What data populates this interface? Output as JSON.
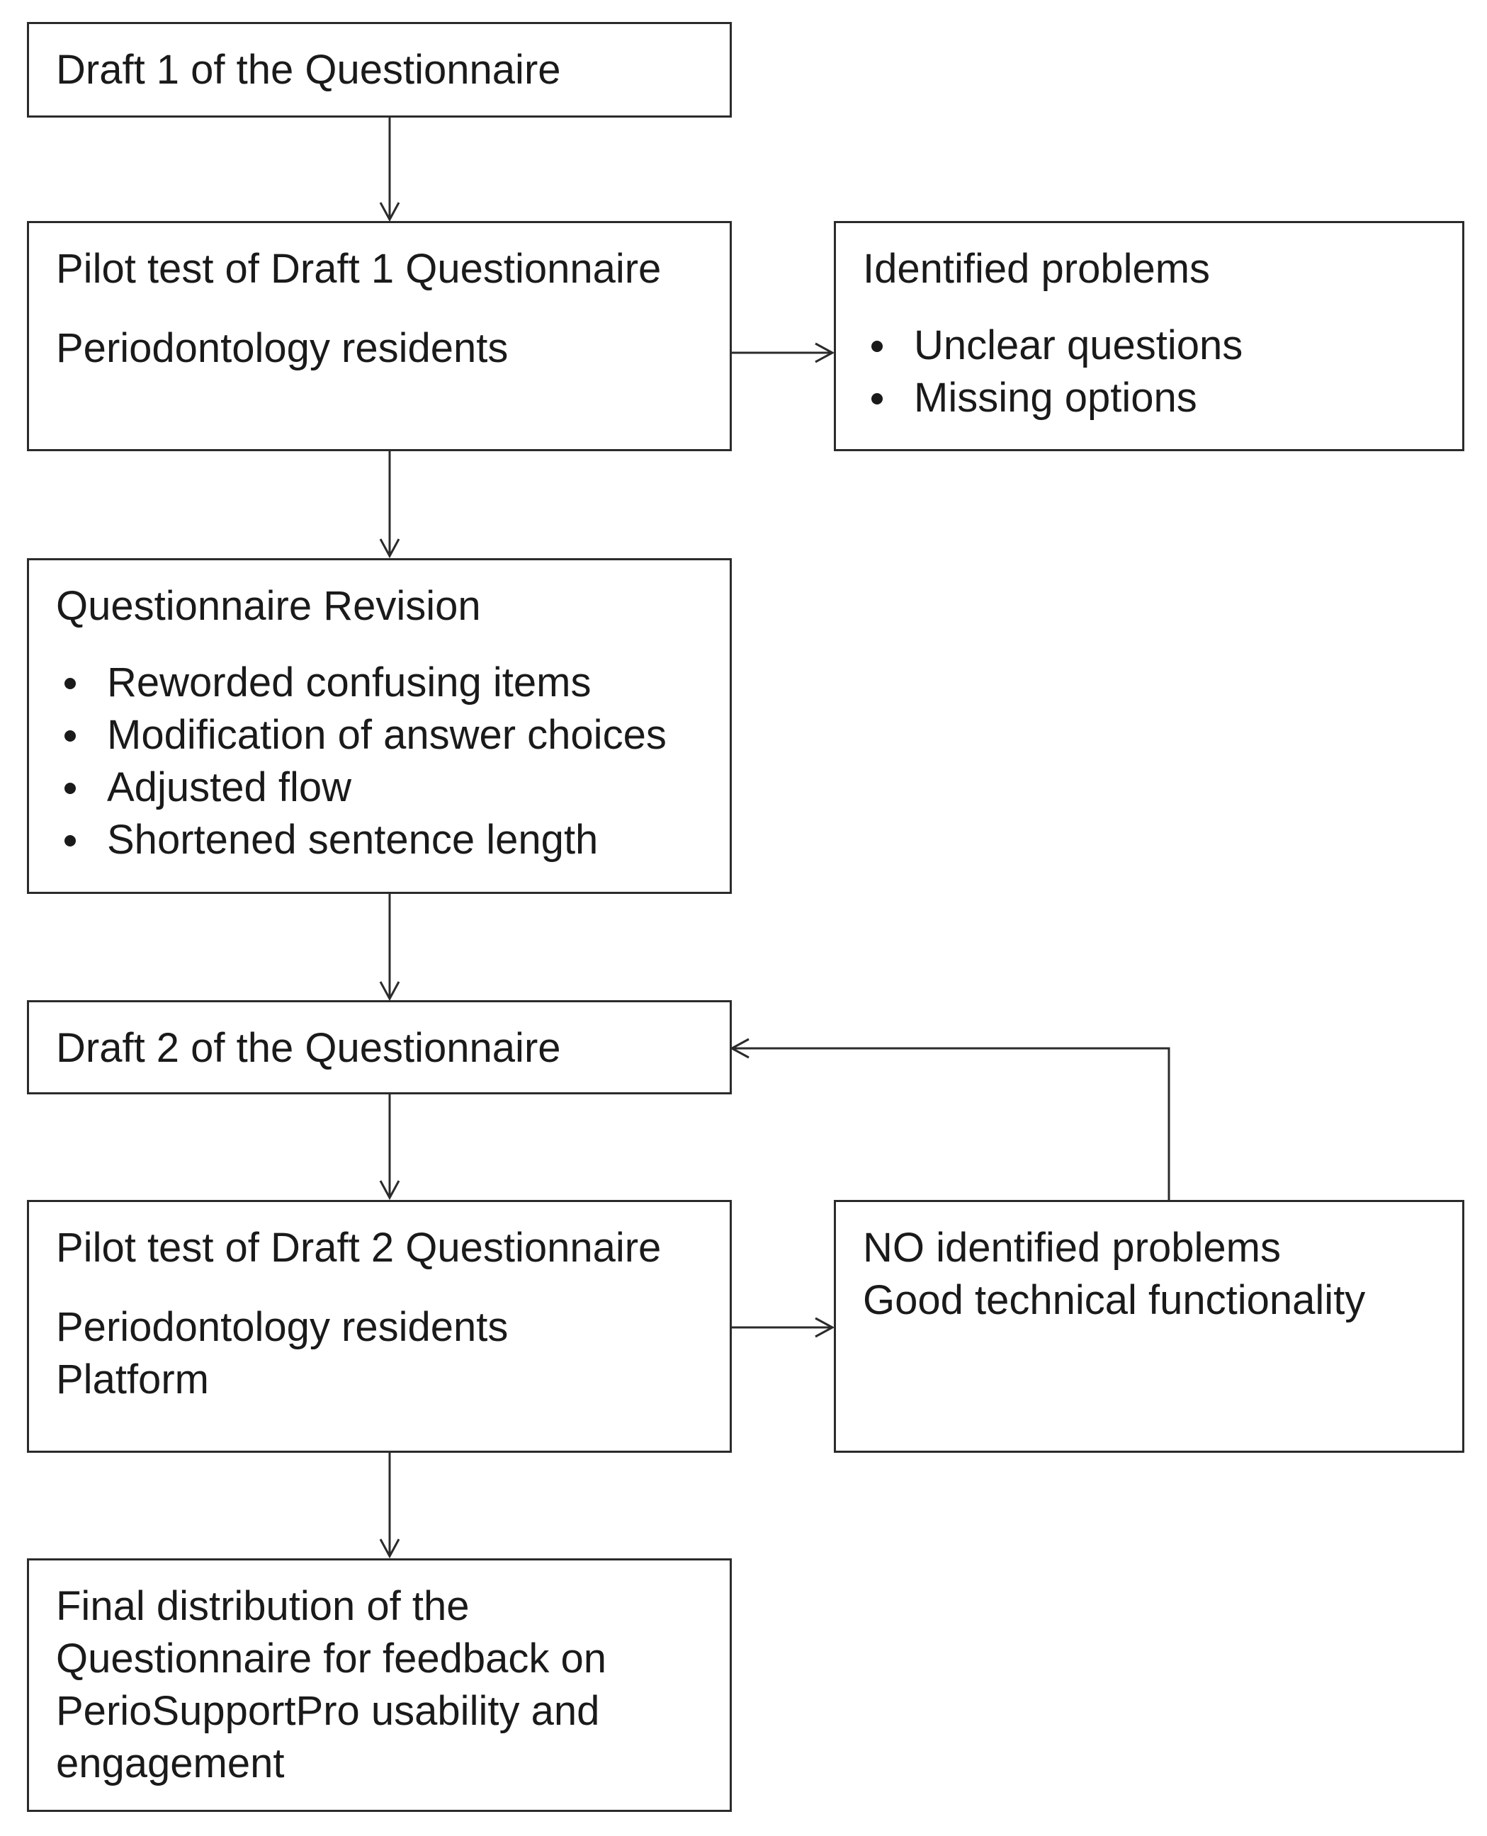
{
  "nodes": {
    "draft1": {
      "title": "Draft 1 of the Questionnaire"
    },
    "pilot1": {
      "title": "Pilot test of Draft 1 Questionnaire",
      "lines": [
        "Periodontology residents"
      ]
    },
    "problems1": {
      "title": "Identified problems",
      "bullets": [
        "Unclear questions",
        "Missing options"
      ]
    },
    "revision": {
      "title": "Questionnaire Revision",
      "bullets": [
        "Reworded confusing items",
        "Modification of answer choices",
        "Adjusted flow",
        "Shortened sentence length"
      ]
    },
    "draft2": {
      "title": "Draft 2 of the Questionnaire"
    },
    "pilot2": {
      "title": "Pilot test of Draft 2 Questionnaire",
      "lines": [
        "Periodontology residents",
        "Platform"
      ]
    },
    "problems2": {
      "lines": [
        "NO identified problems",
        "Good technical functionality"
      ]
    },
    "final": {
      "lines": [
        "Final distribution of the",
        "Questionnaire for feedback on",
        "PerioSupportPro usability and",
        "engagement"
      ]
    }
  },
  "edges": [
    {
      "from": "draft1",
      "to": "pilot1"
    },
    {
      "from": "pilot1",
      "to": "problems1"
    },
    {
      "from": "pilot1",
      "to": "revision"
    },
    {
      "from": "revision",
      "to": "draft2"
    },
    {
      "from": "draft2",
      "to": "pilot2"
    },
    {
      "from": "pilot2",
      "to": "problems2"
    },
    {
      "from": "problems2",
      "to": "draft2"
    },
    {
      "from": "pilot2",
      "to": "final"
    }
  ],
  "colors": {
    "stroke": "#2b2b2b",
    "text": "#1a1a1a",
    "background": "#ffffff"
  }
}
